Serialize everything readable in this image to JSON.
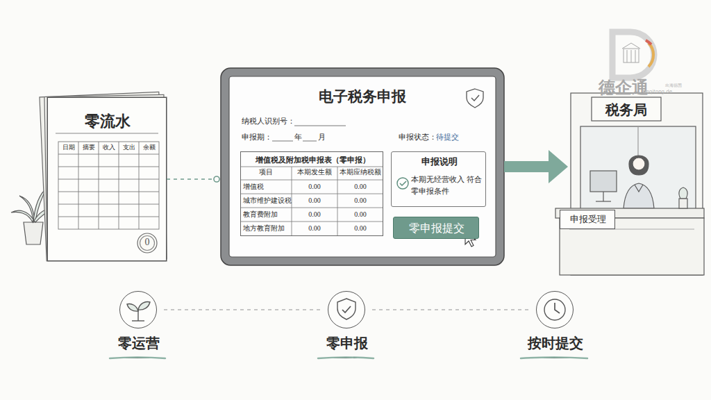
{
  "diagram": {
    "nodes": [
      {
        "text": [
          "零流水"
        ]
      },
      {
        "text": [
          "电子税务申报"
        ]
      },
      {
        "text": [
          "增值税及附加税申报表（零申报）"
        ],
        "in": 1
      },
      {
        "text": [
          "申报说明",
          "本期无经营收入 符合零申报条件"
        ],
        "in": 1
      },
      {
        "text": [
          "零申报提交"
        ],
        "in": 1
      },
      {
        "text": [
          "税务局"
        ]
      },
      {
        "text": [
          "申报受理"
        ],
        "in": 5
      },
      {
        "text": [
          "零运营"
        ]
      },
      {
        "text": [
          "零申报"
        ]
      },
      {
        "text": [
          "按时提交"
        ]
      }
    ],
    "edges": [
      {
        "from": 0,
        "to": 1,
        "arrow": "none"
      },
      {
        "from": 1,
        "to": 5,
        "arrow": "to"
      },
      {
        "from": 7,
        "to": 8,
        "arrow": "none"
      },
      {
        "from": 8,
        "to": 9,
        "arrow": "none"
      }
    ],
    "labels": [
      "日期",
      "摘要",
      "收入",
      "支出",
      "余额",
      "0",
      "纳税人识别号：",
      "申报期：",
      "年",
      "月",
      "申报状态：",
      "待提交",
      "项目",
      "本期发生额",
      "本期应纳税额",
      "增值税",
      "0.00",
      "0.00",
      "城市维护建设税",
      "0.00",
      "0.00",
      "教育费附加",
      "0.00",
      "0.00",
      "地方教育附加",
      "0.00",
      "0.00",
      "德企通",
      "deqitong.de",
      "出海德国"
    ]
  }
}
